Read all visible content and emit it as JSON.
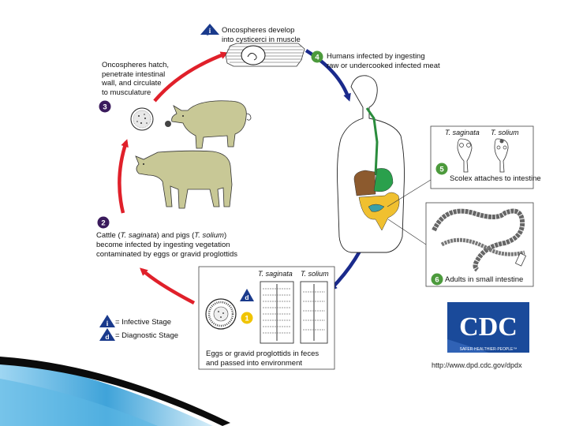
{
  "stages": {
    "i": {
      "text_line1": "Oncospheres develop",
      "text_line2": "into cysticerci in muscle"
    },
    "s4": {
      "number": "4",
      "text_line1": "Humans infected by ingesting",
      "text_line2": "raw or undercooked infected meat"
    },
    "s3": {
      "number": "3",
      "lines": [
        "Oncospheres hatch,",
        "penetrate intestinal",
        "wall, and circulate",
        "to musculature"
      ]
    },
    "s2": {
      "number": "2",
      "line1_a": "Cattle (",
      "line1_b": "T. saginata",
      "line1_c": ") and pigs (",
      "line1_d": "T. solium",
      "line1_e": ")",
      "line2": "become infected by ingesting vegetation",
      "line3": "contaminated by eggs or gravid proglottids"
    },
    "s5": {
      "number": "5",
      "species_a": "T. saginata",
      "species_b": "T. solium",
      "caption": "Scolex attaches to intestine"
    },
    "s6": {
      "number": "6",
      "caption": "Adults in small intestine"
    },
    "s1": {
      "number": "1",
      "species_a": "T. saginata",
      "species_b": "T. solium",
      "caption_line1": "Eggs or gravid proglottids in feces",
      "caption_line2": "and passed into environment"
    }
  },
  "legend": {
    "infective_symbol": "i",
    "infective_label": "= Infective Stage",
    "diagnostic_symbol": "d",
    "diagnostic_label": "= Diagnostic Stage"
  },
  "cdc": {
    "letters": "CDC",
    "tagline": "SAFER·HEALTHIER·PEOPLE™",
    "url": "http://www.dpd.cdc.gov/dpdx"
  },
  "colors": {
    "red_arrow": "#e0202a",
    "blue_arrow": "#1a2a8c",
    "stage_purple": "#3a1a5c",
    "stage_green": "#4c9a3c",
    "legend_blue": "#1a3a8c",
    "cdc_blue": "#1a4a9a",
    "animal_fill": "#c8c896",
    "swoosh_dark": "#0b0b0b",
    "swoosh_blue": "#3fa3d9"
  }
}
